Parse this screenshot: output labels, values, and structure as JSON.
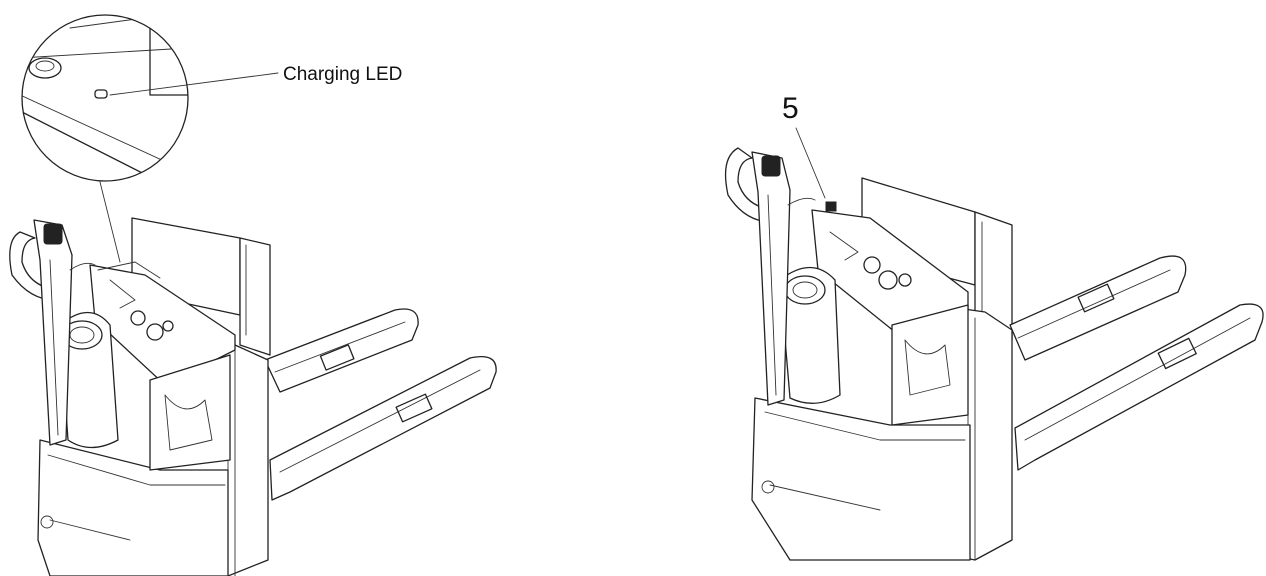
{
  "figure": {
    "left_callout": {
      "label": "Charging LED"
    },
    "right_callout": {
      "number": "5"
    },
    "icons": {
      "left": "pallet-truck-drawing",
      "right": "pallet-truck-drawing",
      "magnifier": "magnified-detail-circle"
    }
  }
}
